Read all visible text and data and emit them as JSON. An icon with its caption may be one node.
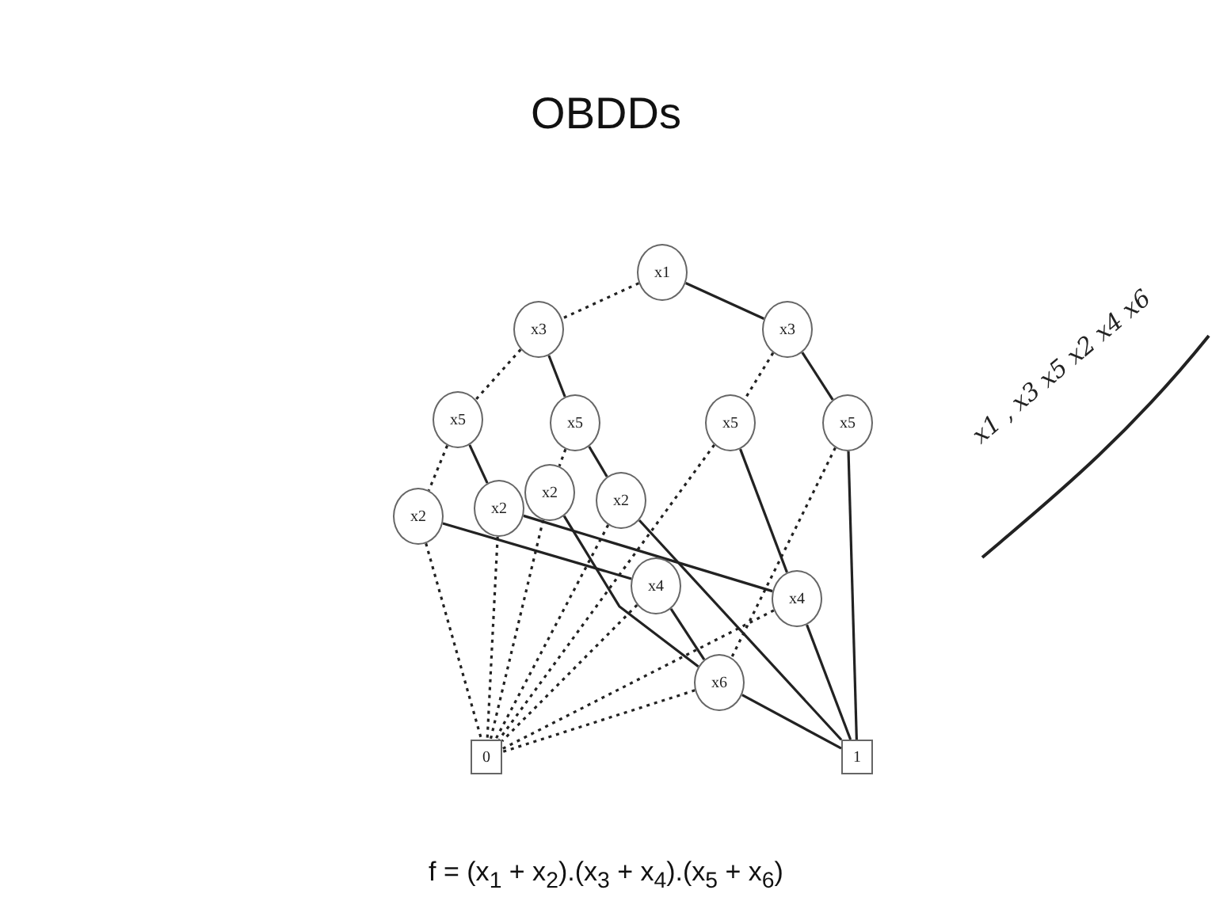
{
  "diagram": {
    "title": "OBDDs",
    "caption": "f = (x$_{1}$ + x$_{2}$).(x$_{3}$ + x$_{4}$).(x$_{5}$ + x$_{6}$)",
    "nodes": [
      {
        "text": [
          "x1"
        ]
      },
      {
        "text": [
          "x3"
        ]
      },
      {
        "text": [
          "x3"
        ]
      },
      {
        "text": [
          "x5"
        ]
      },
      {
        "text": [
          "x5"
        ]
      },
      {
        "text": [
          "x5"
        ]
      },
      {
        "text": [
          "x5"
        ]
      },
      {
        "text": [
          "x2"
        ]
      },
      {
        "text": [
          "x2"
        ]
      },
      {
        "text": [
          "x2"
        ]
      },
      {
        "text": [
          "x2"
        ]
      },
      {
        "text": [
          "x4"
        ]
      },
      {
        "text": [
          "x4"
        ]
      },
      {
        "text": [
          "x6"
        ]
      },
      {
        "text": [
          "0"
        ]
      },
      {
        "text": [
          "1"
        ]
      }
    ],
    "edges": [
      {
        "from": 0,
        "to": 1,
        "arrow": "none",
        "style": "dashed"
      },
      {
        "from": 0,
        "to": 2,
        "arrow": "none"
      },
      {
        "from": 1,
        "to": 3,
        "arrow": "none",
        "style": "dashed"
      },
      {
        "from": 1,
        "to": 4,
        "arrow": "none"
      },
      {
        "from": 2,
        "to": 5,
        "arrow": "none",
        "style": "dashed"
      },
      {
        "from": 2,
        "to": 6,
        "arrow": "none"
      },
      {
        "from": 3,
        "to": 7,
        "arrow": "none",
        "style": "dashed"
      },
      {
        "from": 3,
        "to": 8,
        "arrow": "none"
      },
      {
        "from": 4,
        "to": 9,
        "arrow": "none",
        "style": "dashed"
      },
      {
        "from": 4,
        "to": 10,
        "arrow": "none"
      },
      {
        "from": 5,
        "to": 14,
        "arrow": "none",
        "style": "dashed"
      },
      {
        "from": 5,
        "to": 12,
        "arrow": "none"
      },
      {
        "from": 6,
        "to": 13,
        "arrow": "none",
        "style": "dashed"
      },
      {
        "from": 6,
        "to": 15,
        "arrow": "none"
      },
      {
        "from": 7,
        "to": 14,
        "arrow": "none",
        "style": "dashed"
      },
      {
        "from": 7,
        "to": 11,
        "arrow": "none"
      },
      {
        "from": 8,
        "to": 14,
        "arrow": "none",
        "style": "dashed"
      },
      {
        "from": 8,
        "to": 12,
        "arrow": "none"
      },
      {
        "from": 9,
        "to": 14,
        "arrow": "none",
        "style": "dashed"
      },
      {
        "from": 9,
        "to": 13,
        "arrow": "none"
      },
      {
        "from": 10,
        "to": 14,
        "arrow": "none",
        "style": "dashed"
      },
      {
        "from": 10,
        "to": 15,
        "arrow": "none"
      },
      {
        "from": 11,
        "to": 14,
        "arrow": "none",
        "style": "dashed"
      },
      {
        "from": 11,
        "to": 13,
        "arrow": "none"
      },
      {
        "from": 12,
        "to": 14,
        "arrow": "none",
        "style": "dashed"
      },
      {
        "from": 12,
        "to": 15,
        "arrow": "none"
      },
      {
        "from": 13,
        "to": 14,
        "arrow": "none",
        "style": "dashed"
      },
      {
        "from": 13,
        "to": 15,
        "arrow": "none"
      }
    ],
    "labels": [
      "x1 , x3 x5 x2 x4 x6"
    ]
  }
}
